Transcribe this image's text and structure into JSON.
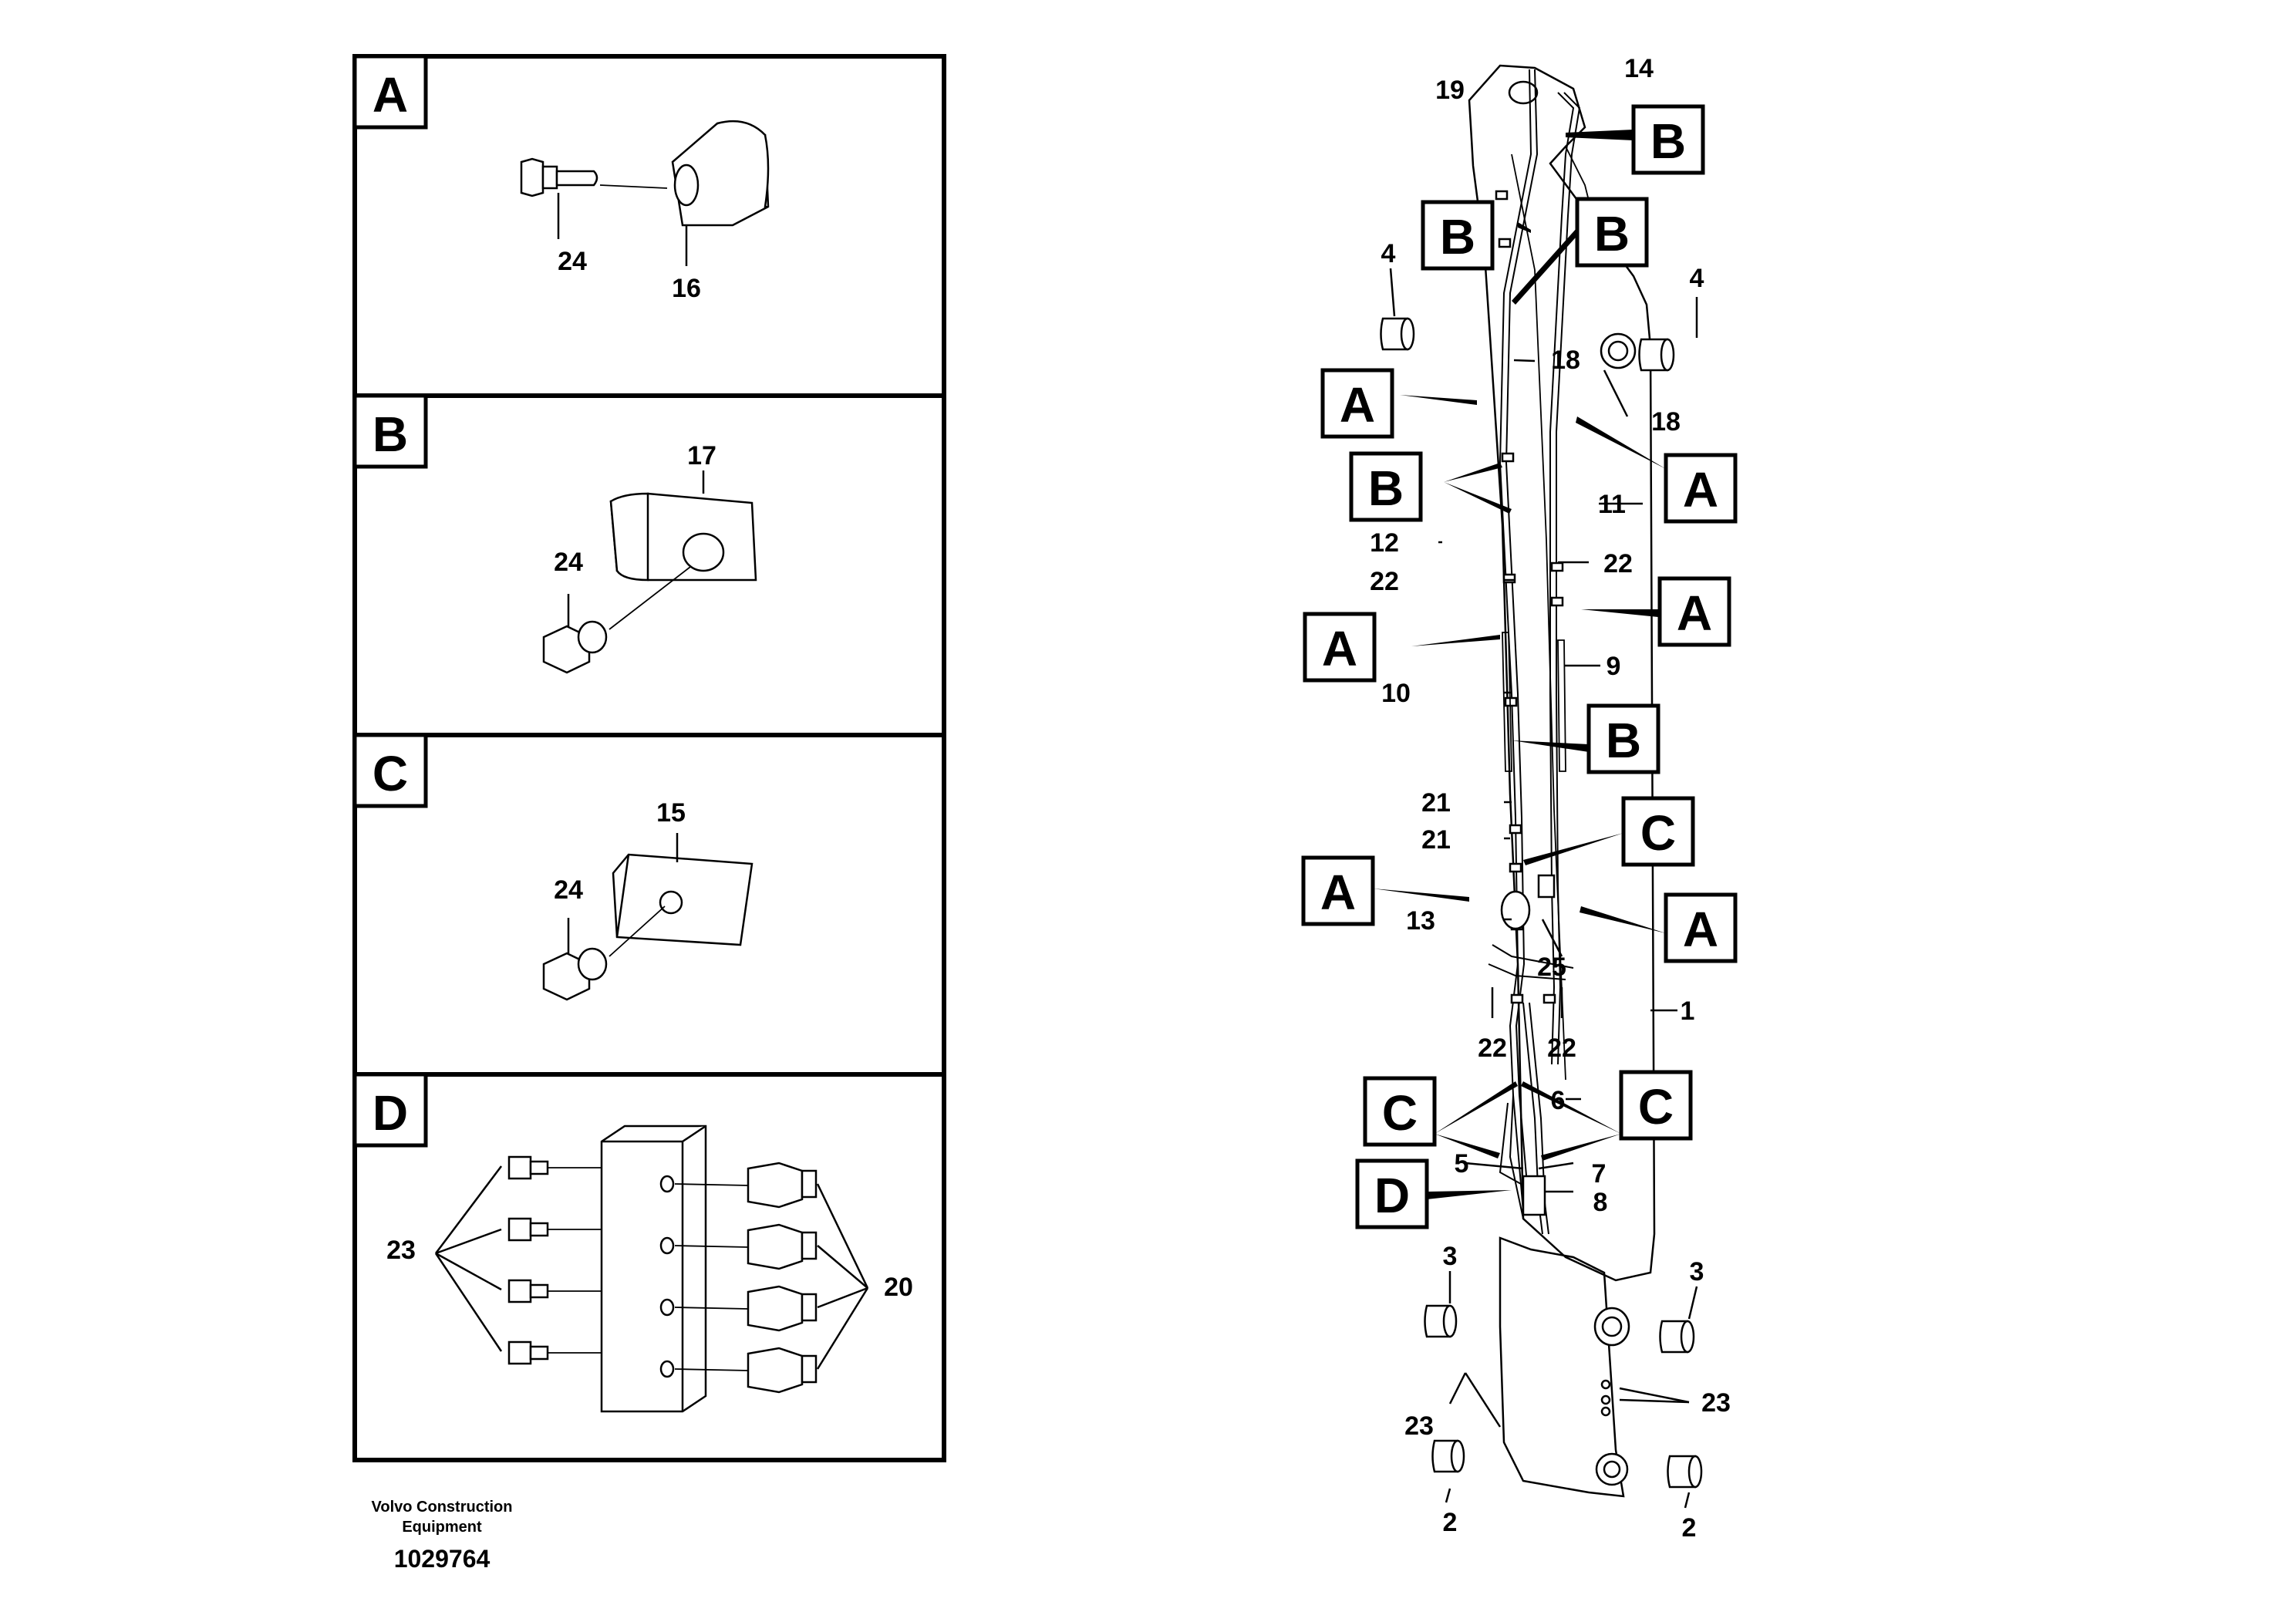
{
  "caption": {
    "line1": "Volvo Construction",
    "line2": "Equipment",
    "drawing_number": "1029764"
  },
  "detail_panels": [
    {
      "letter": "A",
      "labels": [
        "24",
        "16"
      ]
    },
    {
      "letter": "B",
      "labels": [
        "17",
        "24"
      ]
    },
    {
      "letter": "C",
      "labels": [
        "15",
        "24"
      ]
    },
    {
      "letter": "D",
      "labels": [
        "23",
        "20"
      ]
    }
  ],
  "main_callouts": [
    "19",
    "14",
    "4",
    "4",
    "18",
    "18",
    "11",
    "12",
    "22",
    "22",
    "9",
    "10",
    "21",
    "21",
    "13",
    "25",
    "1",
    "22",
    "22",
    "6",
    "5",
    "7",
    "8",
    "3",
    "3",
    "23",
    "23",
    "2",
    "2"
  ],
  "reference_boxes": [
    "B",
    "B",
    "B",
    "A",
    "B",
    "A",
    "A",
    "A",
    "B",
    "C",
    "A",
    "A",
    "C",
    "C",
    "D"
  ]
}
